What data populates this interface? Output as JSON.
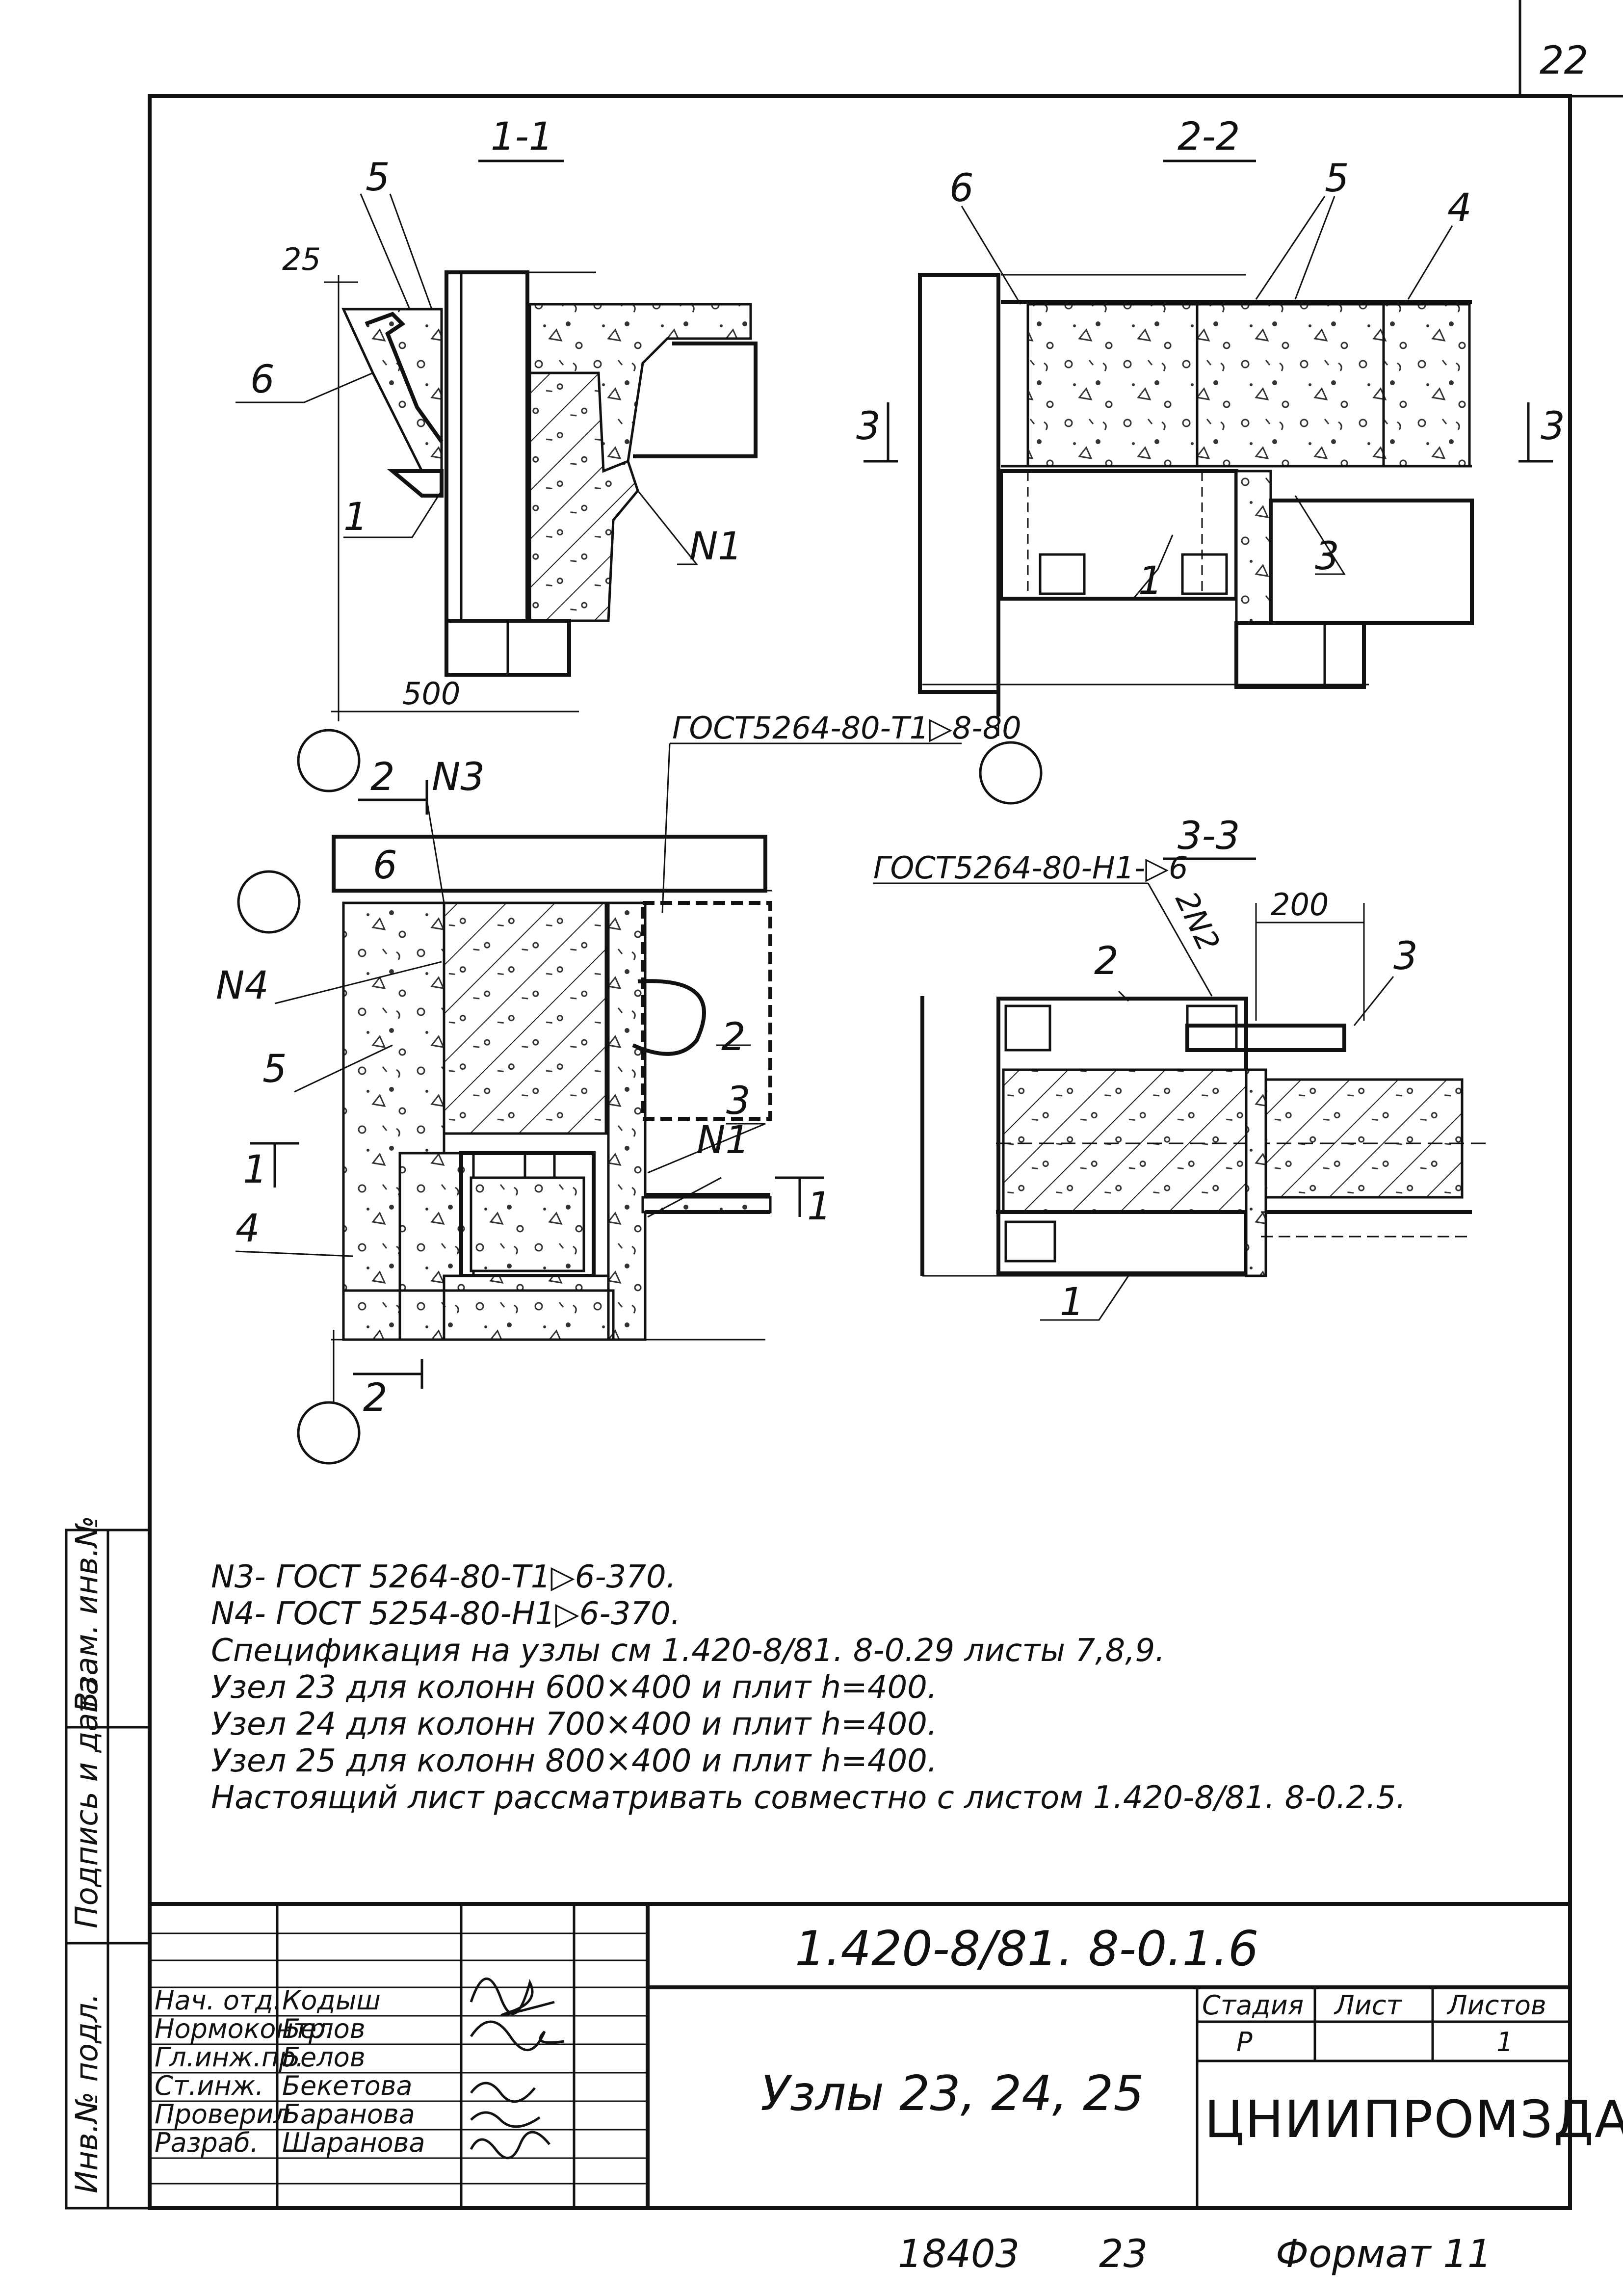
{
  "page_number": "22",
  "sections": {
    "s11": {
      "title": "1-1",
      "marks": [
        "5",
        "25",
        "6",
        "1",
        "N1"
      ],
      "dim": "500"
    },
    "s22": {
      "title": "2-2",
      "marks": [
        "6",
        "5",
        "4",
        "3",
        "1",
        "3",
        "3"
      ]
    },
    "s33": {
      "title": "3-3",
      "gost": "ГОСТ5264-80-Н1-▷6",
      "weld": "2N2",
      "dim": "200",
      "marks": [
        "2",
        "3",
        "1"
      ]
    },
    "plan": {
      "gost": "ГОСТ5264-80-Т1▷8-80",
      "marks": [
        "2",
        "N3",
        "N4",
        "6",
        "5",
        "2",
        "3",
        "N1",
        "1",
        "4",
        "1",
        "2"
      ]
    }
  },
  "notes": [
    "N3- ГОСТ 5264-80-Т1▷6-370.",
    "N4- ГОСТ 5254-80-Н1▷6-370.",
    "Спецификация на узлы см 1.420-8/81. 8-0.29 листы 7,8,9.",
    "Узел 23 для колонн 600×400 и плит h=400.",
    "Узел 24 для колонн 700×400 и плит h=400.",
    "Узел 25 для колонн 800×400 и плит h=400.",
    "Настоящий лист рассматривать совместно с листом 1.420-8/81. 8-0.2.5."
  ],
  "side_labels": [
    "Инв.№ подл.",
    "Подпись и дата",
    "Взам. инв.№"
  ],
  "title_block": {
    "code": "1.420-8/81. 8-0.1.6",
    "title": "Узлы 23, 24, 25",
    "stage_header": "Стадия",
    "sheet_header": "Лист",
    "sheets_header": "Листов",
    "stage": "Р",
    "sheet": "",
    "sheets": "1",
    "organization": "ЦНИИПРОМЗДАНИЙ",
    "roles": [
      {
        "role": "Нач. отд.",
        "name": "Кодыш"
      },
      {
        "role": "Нормоконтр.",
        "name": "Белов"
      },
      {
        "role": "Гл.инж.пр.",
        "name": "Белов"
      },
      {
        "role": "Ст.инж.",
        "name": "Бекетова"
      },
      {
        "role": "Проверил",
        "name": "Баранова"
      },
      {
        "role": "Разраб.",
        "name": "Шаранова"
      }
    ]
  },
  "footer": {
    "number": "18403",
    "page": "23",
    "format": "Формат 11"
  }
}
